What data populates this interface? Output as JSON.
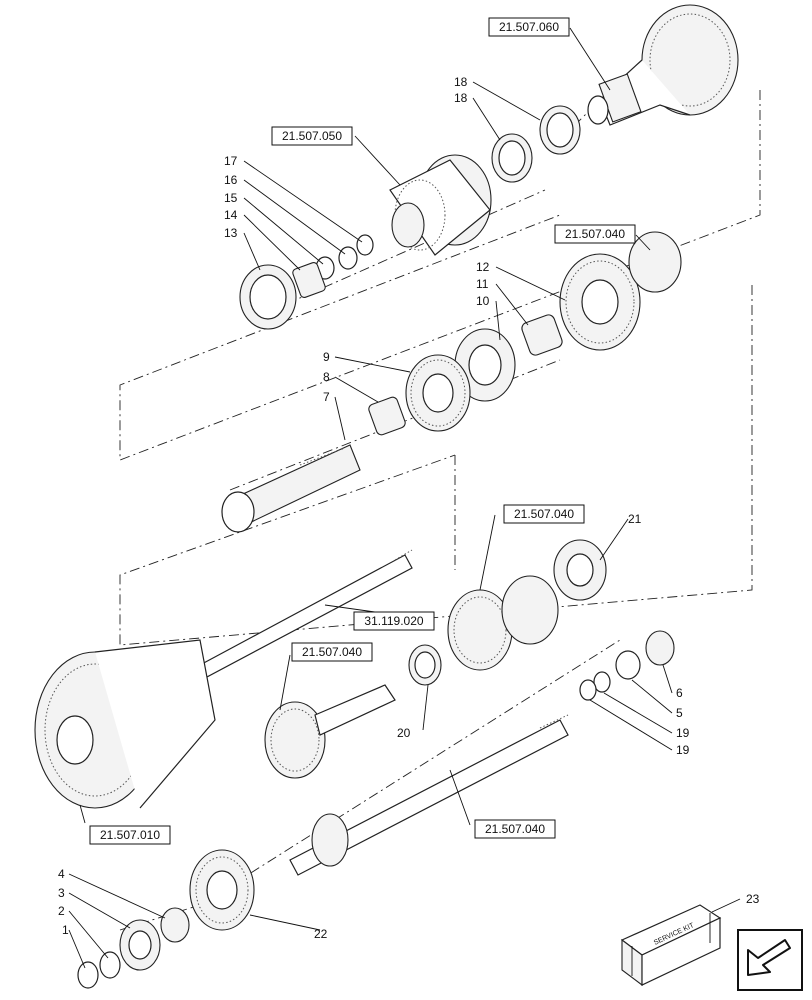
{
  "callouts": [
    "1",
    "2",
    "3",
    "4",
    "5",
    "6",
    "7",
    "8",
    "9",
    "10",
    "11",
    "12",
    "13",
    "14",
    "15",
    "16",
    "17",
    "18",
    "18",
    "19",
    "19",
    "20",
    "21",
    "22",
    "23"
  ],
  "refs": [
    "21.507.060",
    "21.507.050",
    "21.507.040",
    "21.507.040",
    "21.507.040",
    "21.507.040",
    "31.119.020",
    "21.507.010"
  ],
  "kit_label": "SERVICE KIT",
  "icons": {
    "kit": "service-kit-box-icon",
    "nav": "arrow-nav-icon"
  }
}
